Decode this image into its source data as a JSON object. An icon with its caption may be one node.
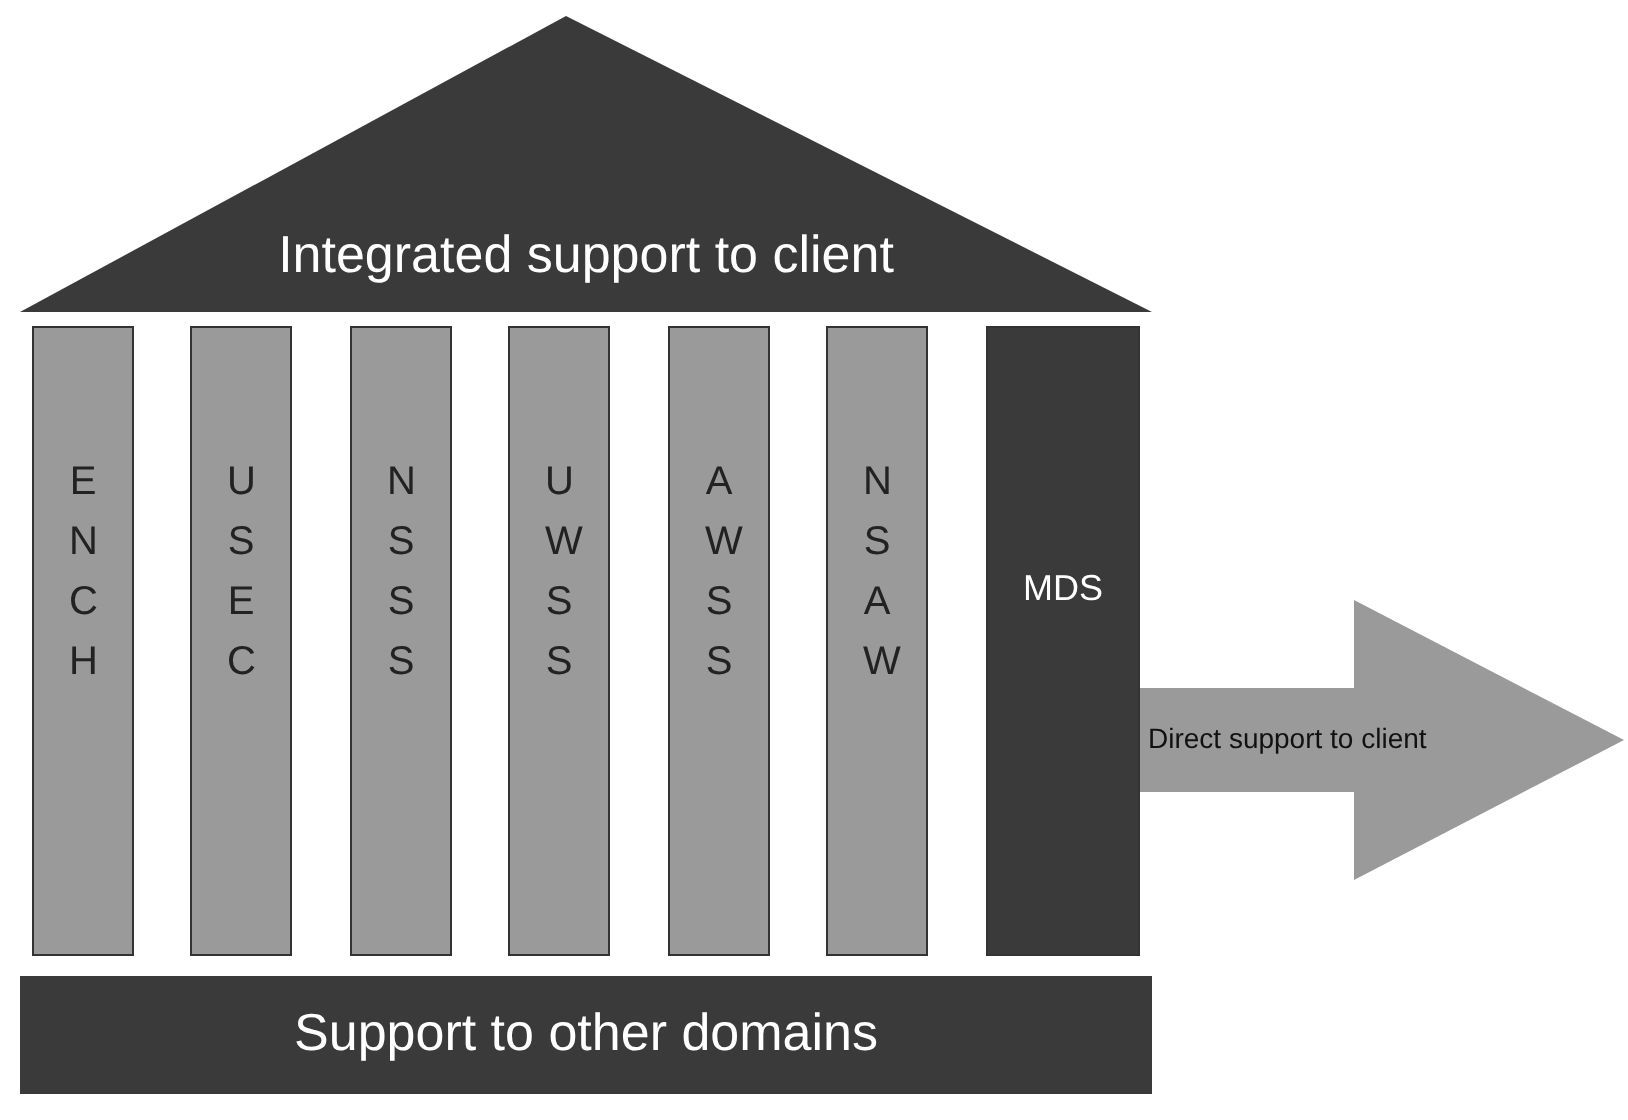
{
  "diagram": {
    "nodes": [
      {
        "text": [
          "Integrated support to client"
        ]
      },
      {
        "text": [
          "E N C H"
        ]
      },
      {
        "text": [
          "U S E C"
        ]
      },
      {
        "text": [
          "N S S S"
        ]
      },
      {
        "text": [
          "U W S S"
        ]
      },
      {
        "text": [
          "A W S S"
        ]
      },
      {
        "text": [
          "N S A W"
        ]
      },
      {
        "text": [
          "MDS"
        ]
      },
      {
        "text": [
          "Support to other domains"
        ]
      },
      {
        "text": [
          "Direct support to client"
        ]
      }
    ]
  }
}
